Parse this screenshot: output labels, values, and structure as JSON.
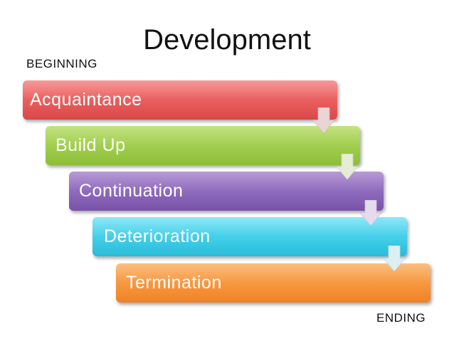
{
  "title": "Development",
  "labels": {
    "beginning": "BEGINNING",
    "ending": "ENDING"
  },
  "steps": [
    {
      "label": "Acquaintance",
      "color": "#e25555"
    },
    {
      "label": "Build Up",
      "color": "#9bc946"
    },
    {
      "label": "Continuation",
      "color": "#8563b4"
    },
    {
      "label": "Deterioration",
      "color": "#3fcbe6"
    },
    {
      "label": "Termination",
      "color": "#f59236"
    }
  ],
  "connector": {
    "icon": "down-arrow-icon",
    "color": "#e9d3d3"
  }
}
